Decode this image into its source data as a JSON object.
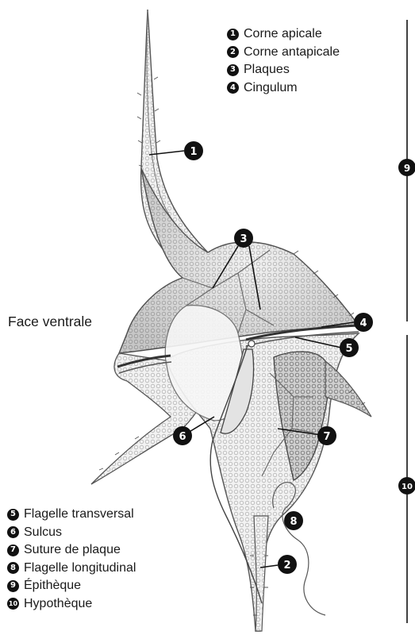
{
  "diagram": {
    "face_label": "Face ventrale",
    "legend_top": [
      {
        "num": "1",
        "label": "Corne apicale"
      },
      {
        "num": "2",
        "label": "Corne antapicale"
      },
      {
        "num": "3",
        "label": "Plaques"
      },
      {
        "num": "4",
        "label": "Cingulum"
      }
    ],
    "legend_bottom": [
      {
        "num": "5",
        "label": "Flagelle transversal"
      },
      {
        "num": "6",
        "label": "Sulcus"
      },
      {
        "num": "7",
        "label": "Suture de plaque"
      },
      {
        "num": "8",
        "label": "Flagelle longitudinal"
      },
      {
        "num": "9",
        "label": "Épithèque"
      },
      {
        "num": "10",
        "label": "Hypothèque"
      }
    ],
    "callouts": [
      "1",
      "2",
      "3",
      "4",
      "5",
      "6",
      "7",
      "8",
      "9",
      "10"
    ]
  }
}
